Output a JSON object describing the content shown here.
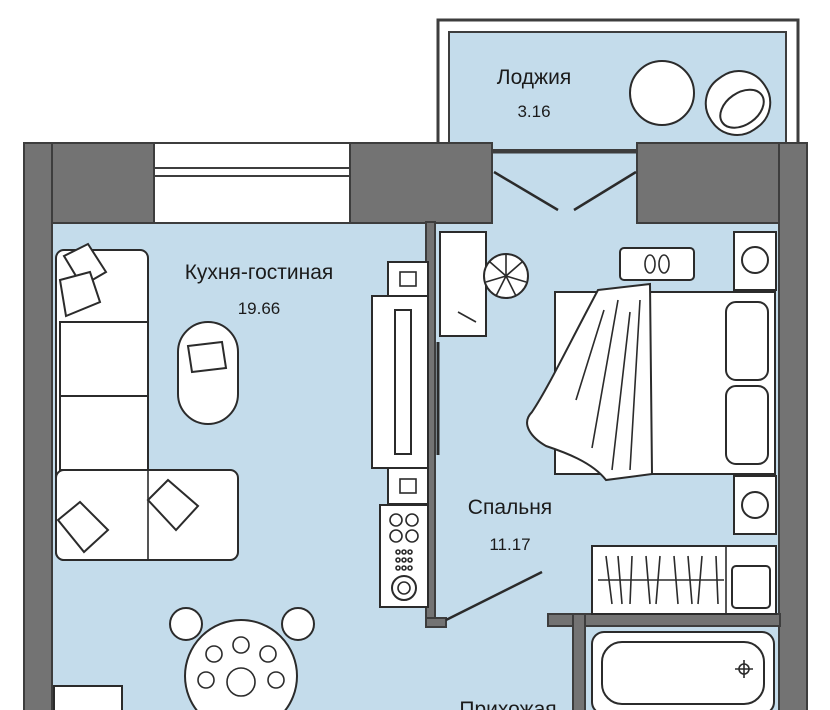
{
  "rooms": [
    {
      "id": "loggia",
      "name": "Лоджия",
      "area": "3.16"
    },
    {
      "id": "kitchen_living",
      "name": "Кухня-гостиная",
      "area": "19.66"
    },
    {
      "id": "bedroom",
      "name": "Спальня",
      "area": "11.17"
    },
    {
      "id": "hallway",
      "name": "Прихожая",
      "area": ""
    }
  ],
  "colors": {
    "floor": "#c4dceb",
    "wall": "#737373",
    "wall_outline": "#3d3d3d",
    "furniture": "#ffffff",
    "line": "#2b2b2b",
    "text": "#1b1b1b"
  }
}
